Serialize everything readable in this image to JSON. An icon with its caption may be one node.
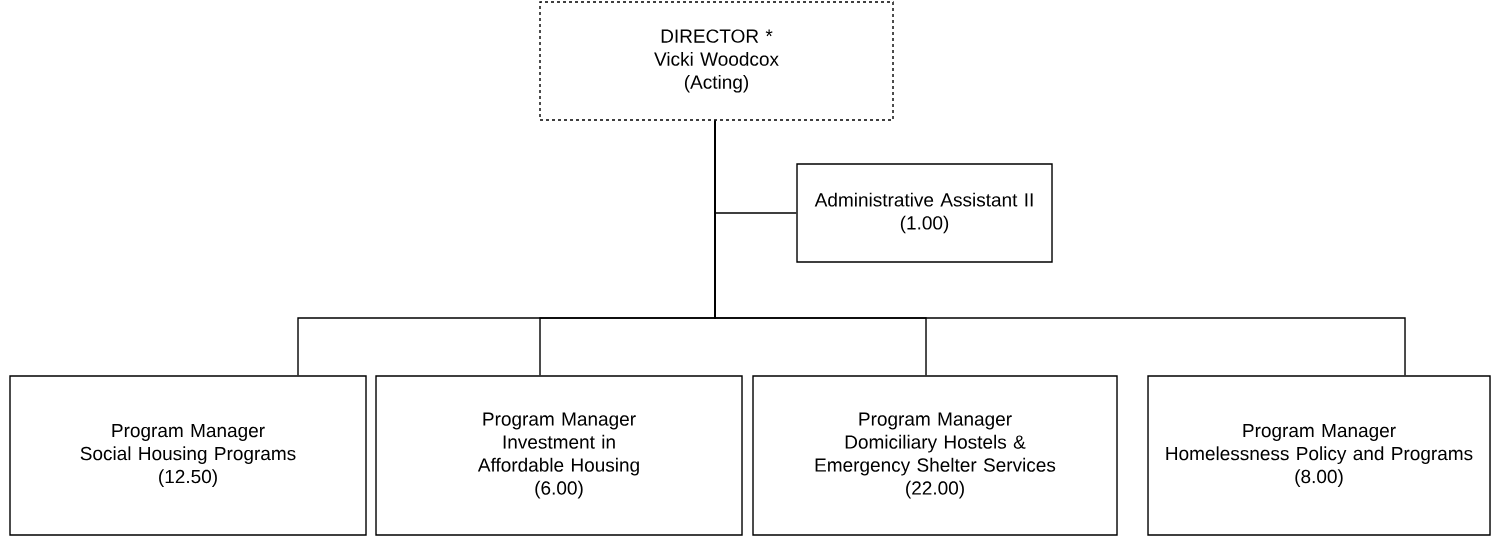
{
  "diagram": {
    "nodes": [
      {
        "text": [
          "DIRECTOR *",
          "Vicki Woodcox",
          "(Acting)"
        ]
      },
      {
        "text": [
          "Administrative Assistant II",
          "(1.00)"
        ]
      },
      {
        "text": [
          "Program Manager",
          "Social Housing Programs",
          "(12.50)"
        ]
      },
      {
        "text": [
          "Program Manager",
          "Investment in Affordable Housing",
          "(6.00)"
        ]
      },
      {
        "text": [
          "Program Manager",
          "Domiciliary Hostels & Emergency Shelter Services",
          "(22.00)"
        ]
      },
      {
        "text": [
          "Program Manager",
          "Homelessness Policy and Programs",
          "(8.00)"
        ]
      }
    ],
    "edges": [
      {
        "from": 0,
        "to": 1,
        "arrow": "none"
      },
      {
        "from": 0,
        "to": 2,
        "arrow": "none"
      },
      {
        "from": 0,
        "to": 3,
        "arrow": "none"
      },
      {
        "from": 0,
        "to": 4,
        "arrow": "none"
      },
      {
        "from": 0,
        "to": 5,
        "arrow": "none"
      }
    ]
  }
}
